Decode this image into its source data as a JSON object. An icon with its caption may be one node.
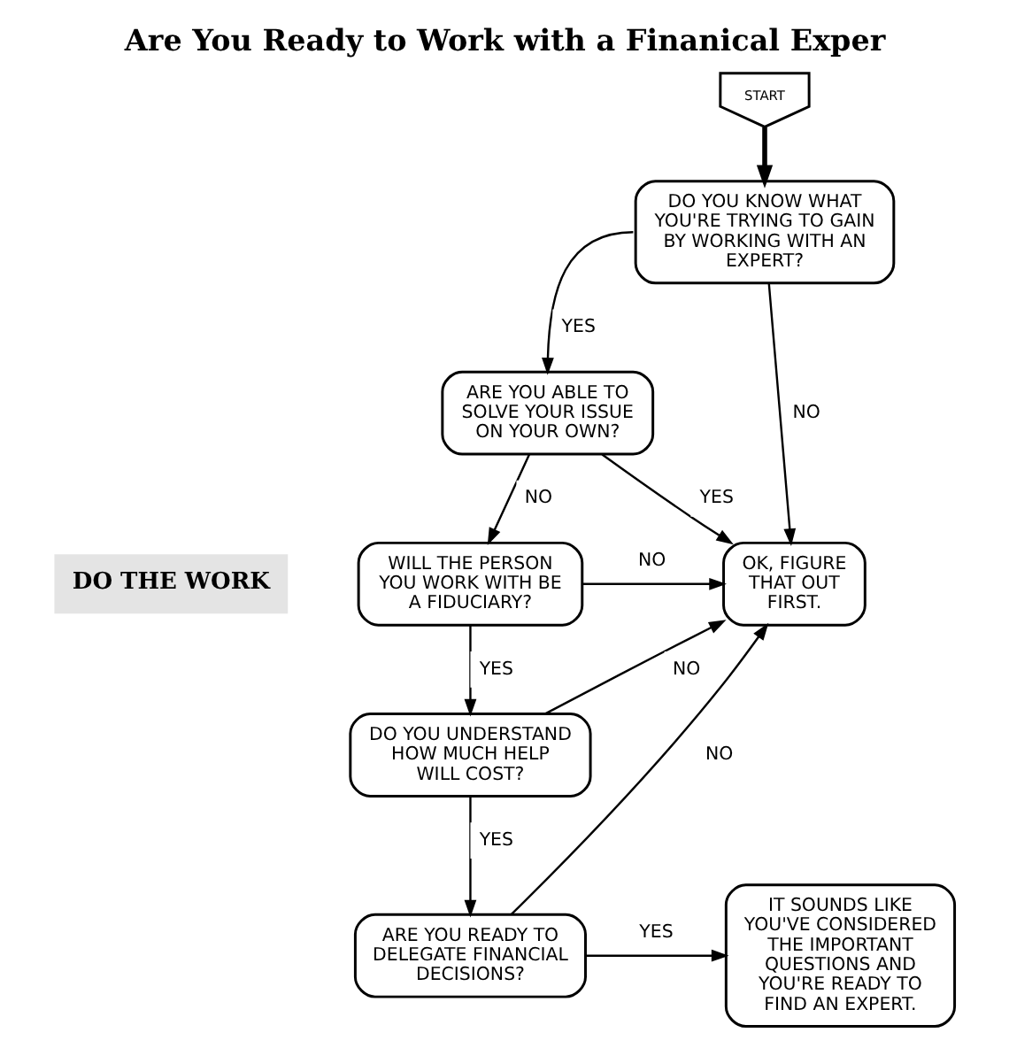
{
  "diagram": {
    "title": "Are You Ready to Work with a Finanical Exper",
    "nodes": [
      {
        "text": [
          "START"
        ]
      },
      {
        "text": [
          "DO YOU KNOW WHAT YOU'RE TRYING TO GAIN BY WORKING WITH AN EXPERT?"
        ]
      },
      {
        "text": [
          "ARE YOU ABLE TO SOLVE YOUR ISSUE ON YOUR OWN?"
        ]
      },
      {
        "text": [
          "OK, FIGURE THAT OUT FIRST."
        ]
      },
      {
        "text": [
          "WILL THE PERSON YOU WORK WITH BE A FIDUCIARY?"
        ]
      },
      {
        "text": [
          "DO YOU UNDERSTAND HOW MUCH HELP WILL COST?"
        ]
      },
      {
        "text": [
          "ARE YOU READY TO DELEGATE FINANCIAL DECISIONS?"
        ]
      },
      {
        "text": [
          "IT SOUNDS LIKE YOU'VE CONSIDERED THE IMPORTANT QUESTIONS AND YOU'RE READY TO FIND AN EXPERT."
        ]
      }
    ],
    "edges": [
      {
        "from": 0,
        "to": 1,
        "arrow": "to",
        "style": "thick"
      },
      {
        "from": 1,
        "to": 2,
        "label": "YES",
        "arrow": "to"
      },
      {
        "from": 1,
        "to": 3,
        "label": "NO",
        "arrow": "to"
      },
      {
        "from": 2,
        "to": 3,
        "label": "YES",
        "arrow": "to"
      },
      {
        "from": 2,
        "to": 4,
        "label": "NO",
        "arrow": "to"
      },
      {
        "from": 4,
        "to": 3,
        "label": "NO",
        "arrow": "to"
      },
      {
        "from": 4,
        "to": 5,
        "label": "YES",
        "arrow": "to"
      },
      {
        "from": 5,
        "to": 3,
        "label": "NO",
        "arrow": "to"
      },
      {
        "from": 5,
        "to": 6,
        "label": "YES",
        "arrow": "to"
      },
      {
        "from": 6,
        "to": 3,
        "label": "NO",
        "arrow": "to"
      },
      {
        "from": 6,
        "to": 7,
        "label": "YES",
        "arrow": "to"
      }
    ],
    "labels": [
      "DO THE WORK"
    ]
  }
}
